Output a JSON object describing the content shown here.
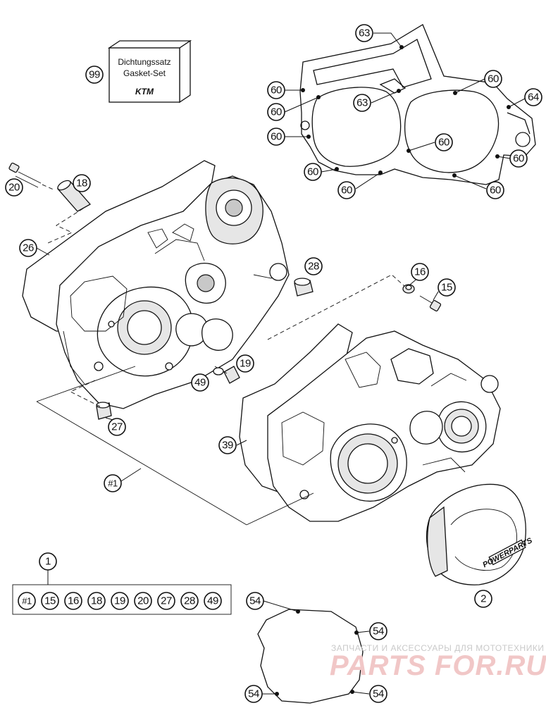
{
  "kit": {
    "line1": "Dichtungssatz",
    "line2": "Gasket-Set",
    "brand": "KTM"
  },
  "cover_brand": "POWERPARTS",
  "watermark": {
    "line1": "ЗАПЧАСТИ И АКСЕССУАРЫ ДЛЯ МОТОТЕХНИКИ",
    "line2": "PARTS FOR.RU"
  },
  "callouts": {
    "kit": "99",
    "screw": "20",
    "dowel_top": "18",
    "gasket_left": "26",
    "bushing": "28",
    "washer": "16",
    "bolt": "15",
    "stud": "19",
    "washer_small": "49",
    "dowel_bottom": "27",
    "seal_right": "39",
    "crankcase_set": "#1",
    "set_main": "1",
    "cover": "2",
    "gasket_top_a": "63",
    "gasket_top_b": "63",
    "gasket_top_64": "64",
    "pt_60_a": "60",
    "pt_60_b": "60",
    "pt_60_c": "60",
    "pt_60_d": "60",
    "pt_60_e": "60",
    "pt_60_f": "60",
    "pt_60_g": "60",
    "pt_60_h": "60",
    "pt_60_i": "60",
    "pt_54_a": "54",
    "pt_54_b": "54",
    "pt_54_c": "54",
    "pt_54_d": "54"
  },
  "set_contents": [
    "#1",
    "15",
    "16",
    "18",
    "19",
    "20",
    "27",
    "28",
    "49"
  ]
}
